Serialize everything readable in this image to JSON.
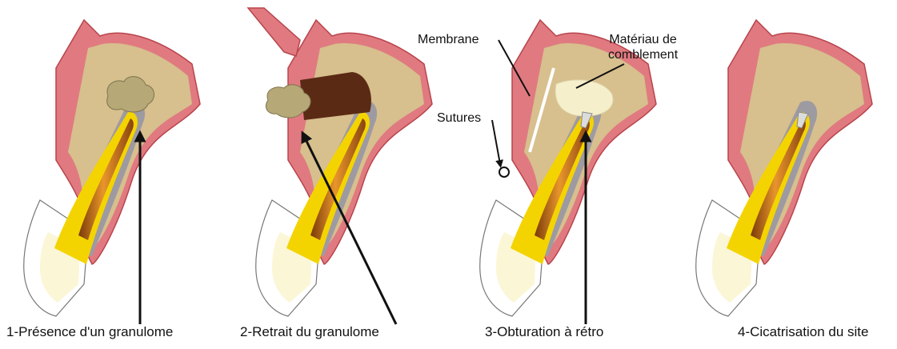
{
  "panels": [
    {
      "caption": "1-Présence d'un granulome"
    },
    {
      "caption": "2-Retrait du granulome"
    },
    {
      "caption": "3-Obturation à rétro"
    },
    {
      "caption": "4-Cicatrisation du site"
    }
  ],
  "annotations": {
    "membrane": "Membrane",
    "material_line1": "Matériau de",
    "material_line2": "comblement",
    "sutures": "Sutures"
  },
  "colors": {
    "gum": "#e07a80",
    "gum_stroke": "#b8444c",
    "bone": "#d7bf8e",
    "periodontal": "#9e9aa2",
    "dentin_yellow": "#f4d400",
    "root_canal": "#e08a1a",
    "canal_dark": "#7a3a08",
    "enamel": "#fbf6d6",
    "granuloma": "#b6a877",
    "granuloma_removed": "#5b2a14",
    "filling_material": "#f5efcc",
    "retro_filling": "#dcdcdc"
  }
}
